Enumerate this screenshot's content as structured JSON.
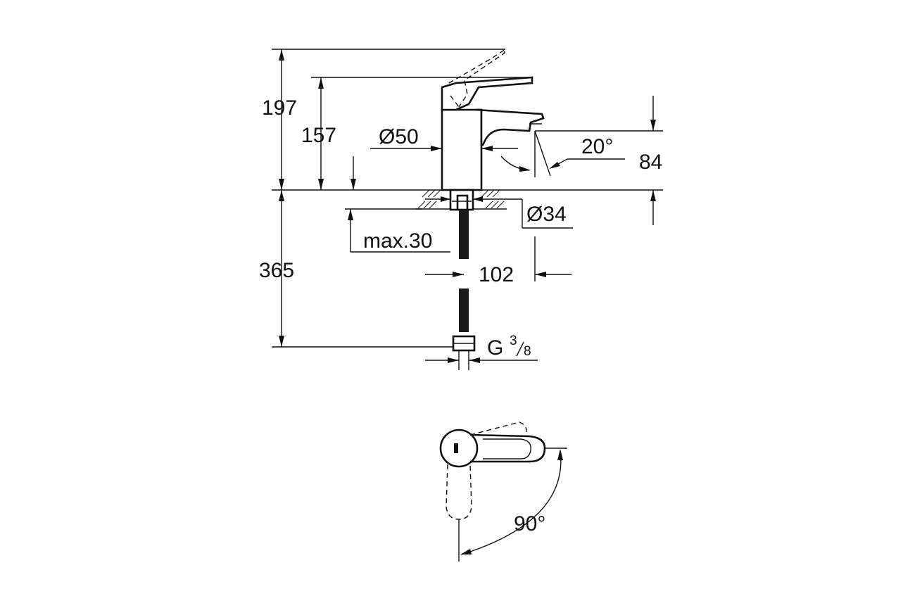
{
  "dimensions": {
    "total_height": "197",
    "spout_height": "157",
    "body_diameter": "Ø50",
    "spout_angle": "20°",
    "outlet_height": "84",
    "hole_diameter": "Ø34",
    "max_thickness": "max.30",
    "spout_reach": "102",
    "hose_length": "365",
    "connection": "G",
    "connection_num": "3",
    "connection_den": "8",
    "lever_rotation": "90°"
  }
}
